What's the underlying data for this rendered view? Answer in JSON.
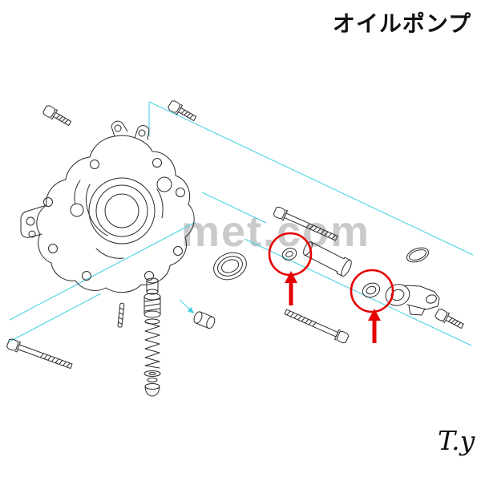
{
  "header": {
    "title": "オイルポンプ"
  },
  "watermark": {
    "text": "met.com"
  },
  "signature": {
    "text": "T.y"
  },
  "colors": {
    "line_art": "#2a2a2a",
    "leader_lines": "#3fd0e0",
    "highlight": "#e60000",
    "watermark": "#bdbdbd",
    "background": "#ffffff"
  },
  "annotations": {
    "highlight_circles": 2,
    "highlight_arrows": 2
  }
}
